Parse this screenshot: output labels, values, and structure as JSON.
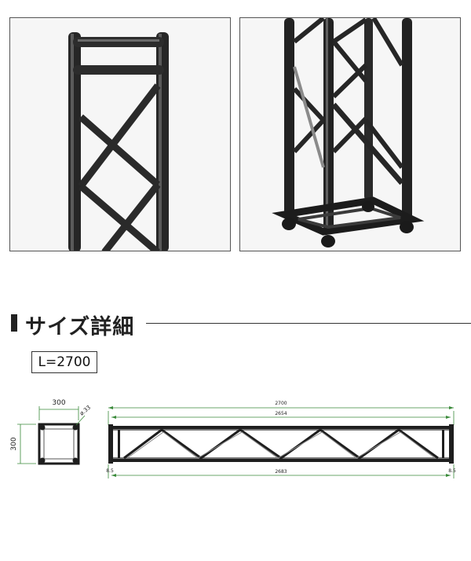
{
  "section": {
    "title": "サイズ詳細"
  },
  "length_label": "L=2700",
  "drawing": {
    "cross_width": "300",
    "cross_height": "300",
    "tube_dia": "ø.33",
    "overall_length": "2700",
    "top_inner_length": "2654",
    "bottom_inner_length": "2683",
    "left_end_offset": "8.5",
    "right_end_offset": "8.5"
  },
  "colors": {
    "dimension_line": "#3a8a3a",
    "truss": "#1e1e1e"
  }
}
